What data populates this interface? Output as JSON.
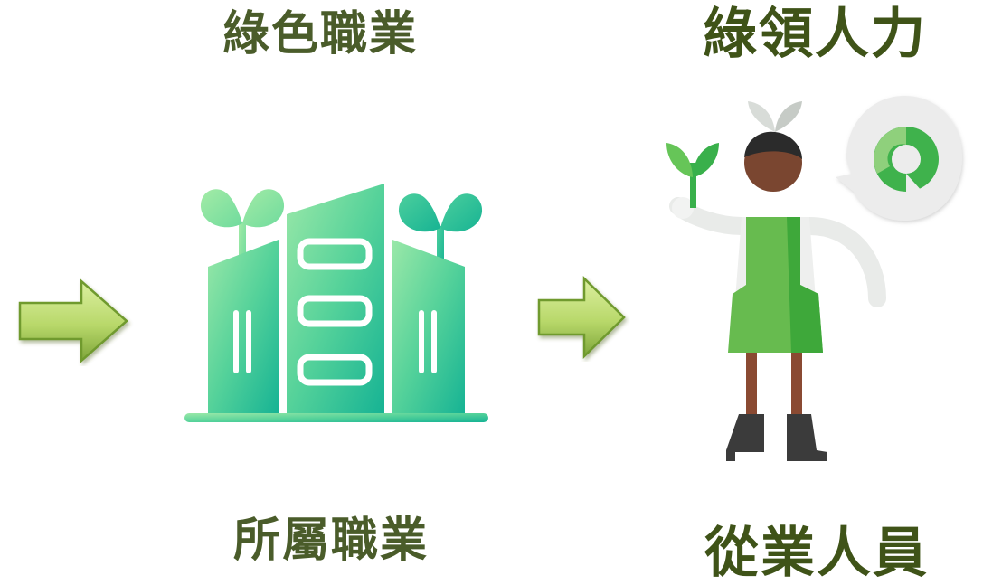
{
  "labels": {
    "green_occupation": "綠色職業",
    "green_collar_talent": "綠領人力",
    "belonging_occupation": "所屬職業",
    "employees": "從業人員"
  },
  "icons": {
    "arrow_left": "right-arrow-icon",
    "building": "green-building-icon",
    "arrow_middle": "right-arrow-icon",
    "worker": "green-worker-icon",
    "badge": "recycle-badge-icon"
  },
  "colors": {
    "label_text": "#3f5318",
    "arrow_light": "#c9e07a",
    "arrow_dark": "#6f9a2e",
    "building_light": "#8fe6a5",
    "building_dark": "#1fb591",
    "worker_green": "#5cb848",
    "worker_dark_green": "#2e9c3a"
  }
}
